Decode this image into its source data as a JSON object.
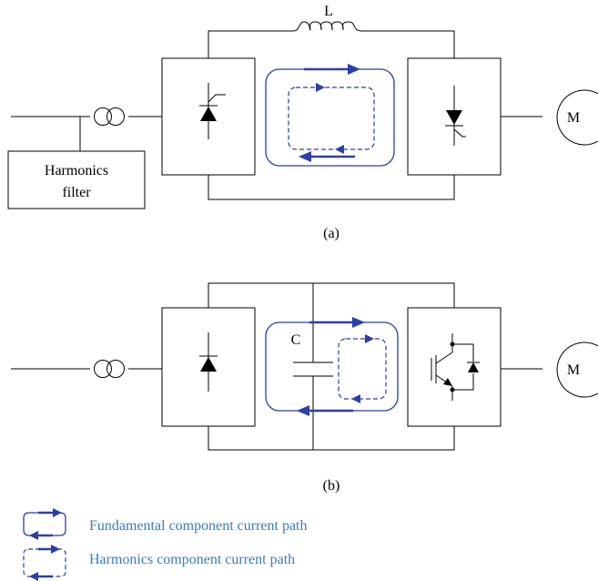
{
  "colors": {
    "current_path": "#2b3fa8",
    "legend_text": "#3a7bbf",
    "line": "#000000"
  },
  "diagram_a": {
    "inductor_label": "L",
    "filter_label_line1": "Harmonics",
    "filter_label_line2": "filter",
    "motor_label": "M",
    "caption": "(a)"
  },
  "diagram_b": {
    "capacitor_label": "C",
    "motor_label": "M",
    "caption": "(b)"
  },
  "legend": {
    "fundamental": "Fundamental component current path",
    "harmonics": "Harmonics component current path"
  }
}
